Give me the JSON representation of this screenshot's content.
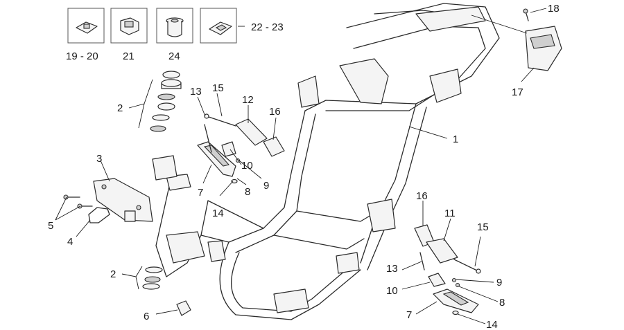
{
  "callouts": {
    "c1": "1",
    "c2_top": "2",
    "c2_bottom": "2",
    "c3": "3",
    "c4": "4",
    "c5": "5",
    "c6": "6",
    "c7_left": "7",
    "c7_right": "7",
    "c8_left": "8",
    "c8_right": "8",
    "c9_left": "9",
    "c9_right": "9",
    "c10_left": "10",
    "c10_right": "10",
    "c11": "11",
    "c12": "12",
    "c13_left": "13",
    "c13_right": "13",
    "c14_left": "14",
    "c14_right": "14",
    "c15_left": "15",
    "c15_right": "15",
    "c16_left": "16",
    "c16_right": "16",
    "c17": "17",
    "c18": "18",
    "c19_20": "19 - 20",
    "c21": "21",
    "c22_23": "22 - 23",
    "c24": "24"
  }
}
